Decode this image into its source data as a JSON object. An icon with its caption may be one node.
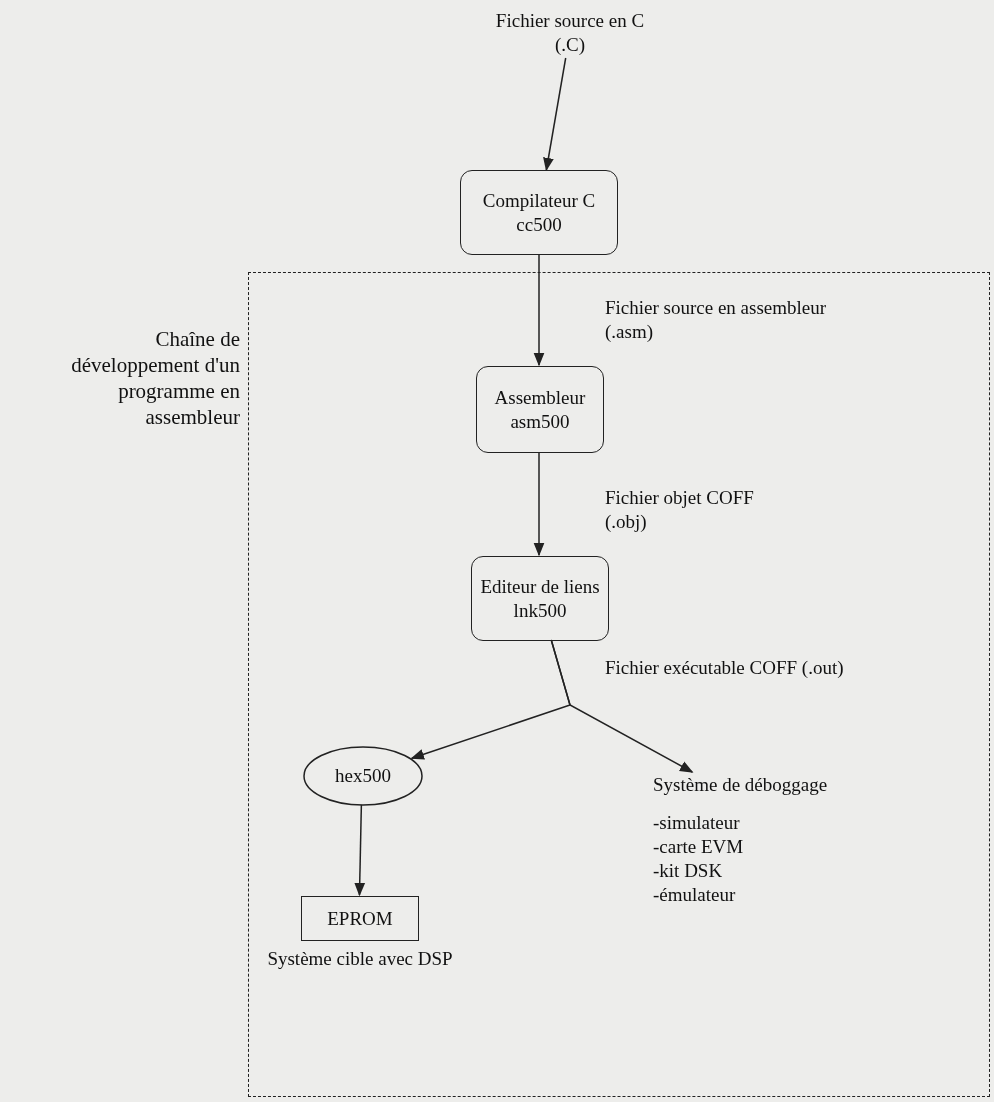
{
  "diagram": {
    "nodes": [
      {
        "text": [
          "Fichier source en C (.C)"
        ]
      },
      {
        "text": [
          "Compilateur C",
          "cc500"
        ]
      },
      {
        "text": [],
        "shape": "box"
      },
      {
        "text": [
          "Assembleur",
          "asm500"
        ],
        "in": 2
      },
      {
        "text": [
          "Editeur de liens",
          "lnk500"
        ],
        "in": 2
      },
      {
        "text": [
          "hex500"
        ],
        "in": 2
      },
      {
        "text": [
          "Système de déboggage",
          "-simulateur",
          "-carte EVM",
          "-kit DSK",
          "-émulateur"
        ],
        "in": 2
      },
      {
        "text": [
          "EPROM"
        ],
        "in": 2,
        "beside": [
          "Système cible avec DSP"
        ]
      }
    ],
    "edges": [
      {
        "from": 0,
        "to": 1,
        "arrow": "to"
      },
      {
        "from": 1,
        "to": 3,
        "arrow": "to",
        "label": "Fichier source en assembleur (.asm)"
      },
      {
        "from": 3,
        "to": 4,
        "arrow": "to",
        "label": "Fichier objet COFF (.obj)"
      },
      {
        "from": 4,
        "to": 5,
        "arrow": "to",
        "label": "Fichier exécutable COFF (.out)"
      },
      {
        "from": 4,
        "to": 6,
        "arrow": "to"
      },
      {
        "from": 5,
        "to": 7,
        "arrow": "to"
      }
    ],
    "labels": [
      "Chaîne de développement d'un programme en assembleur"
    ]
  }
}
